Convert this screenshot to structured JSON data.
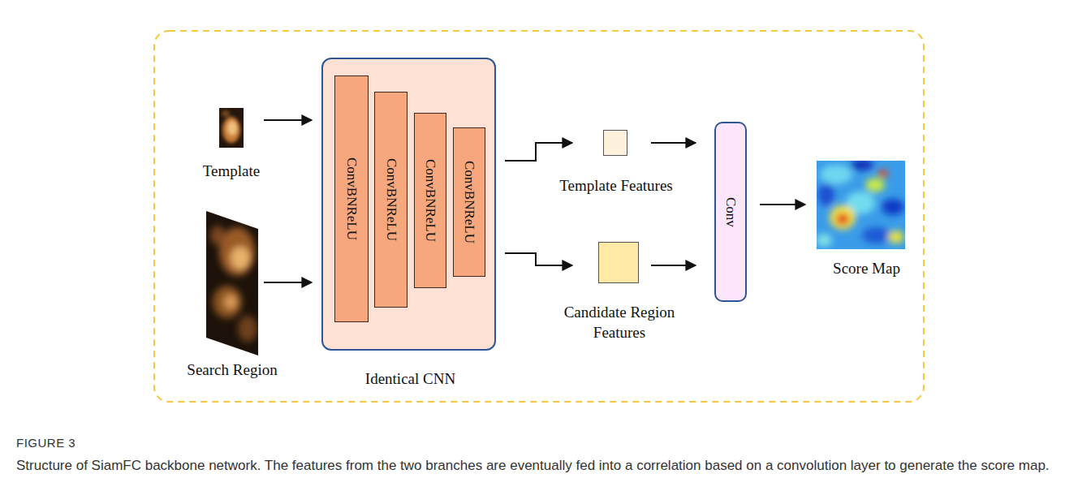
{
  "diagram": {
    "caption": "Structure of SiamFC backbone network. The features from the two branches are eventually fed into a correlation based on a convolution layer to generate the score map.",
    "nodes": [
      {
        "text": [
          "Template"
        ]
      },
      {
        "text": [
          "Search Region"
        ]
      },
      {
        "text": [
          "Identical CNN"
        ]
      },
      {
        "text": [
          "ConvBNReLU"
        ],
        "in": 2
      },
      {
        "text": [
          "ConvBNReLU"
        ],
        "in": 2
      },
      {
        "text": [
          "ConvBNReLU"
        ],
        "in": 2
      },
      {
        "text": [
          "ConvBNReLU"
        ],
        "in": 2
      },
      {
        "text": [
          "Template Features"
        ]
      },
      {
        "text": [
          "Candidate Region Features"
        ]
      },
      {
        "text": [
          "Conv"
        ]
      },
      {
        "text": [
          "Score Map"
        ]
      }
    ],
    "edges": [
      {
        "from": 0,
        "to": 2,
        "arrow": "to"
      },
      {
        "from": 1,
        "to": 2,
        "arrow": "to"
      },
      {
        "from": 2,
        "to": 7,
        "arrow": "to"
      },
      {
        "from": 2,
        "to": 8,
        "arrow": "to"
      },
      {
        "from": 7,
        "to": 9,
        "arrow": "to"
      },
      {
        "from": 8,
        "to": 9,
        "arrow": "to"
      },
      {
        "from": 9,
        "to": 10,
        "arrow": "to"
      }
    ],
    "labels": [
      "FIGURE 3"
    ]
  }
}
